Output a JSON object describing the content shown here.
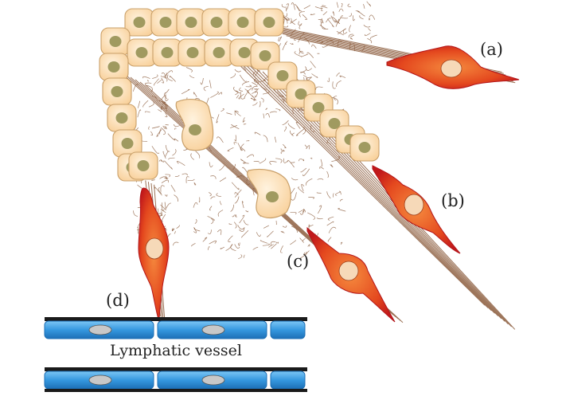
{
  "labels": {
    "a": "(a)",
    "b": "(b)",
    "c": "(c)",
    "d": "(d)",
    "vessel": "Lymphatic vessel"
  },
  "colors": {
    "epithelial_fill": "#fde0b3",
    "epithelial_stroke": "#c9a06a",
    "nucleus": "#a09a60",
    "fibroblast_fill": "#e8501f",
    "fibroblast_dark": "#c0181a",
    "fibroblast_nucleus": "#f6d9b8",
    "fiber": "#8a5a3a",
    "vessel_cell": "#3ca0e4",
    "vessel_cell_dark": "#1c6fb5",
    "vessel_nucleus": "#c8c8c8"
  }
}
